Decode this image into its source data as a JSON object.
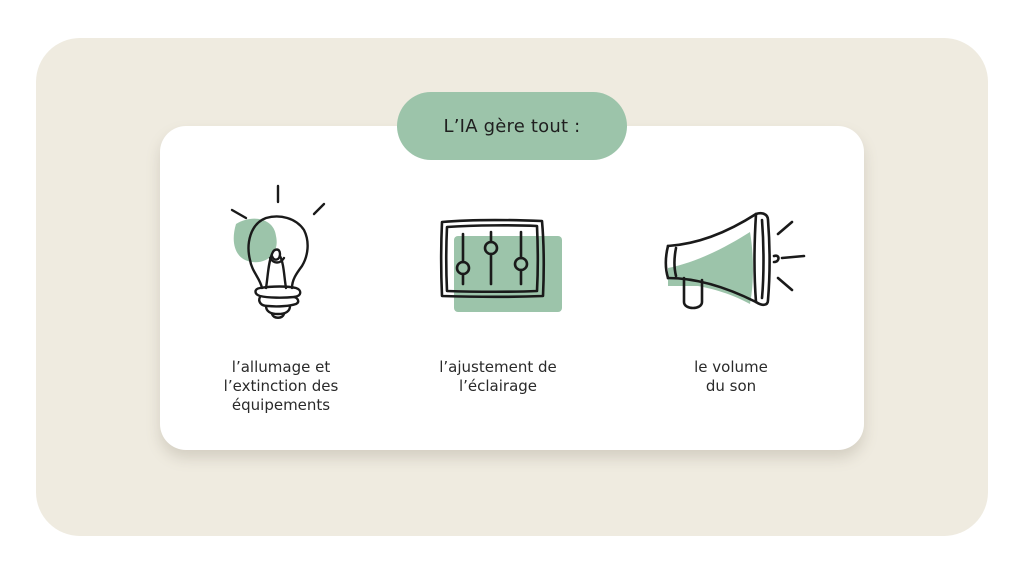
{
  "title": "L’IA gère tout :",
  "colors": {
    "background_panel": "#efebe0",
    "card": "#ffffff",
    "accent_green": "#9cc4aa",
    "text": "#2a2a2a",
    "icon_stroke": "#1a1a1a"
  },
  "features": [
    {
      "icon": "lightbulb-icon",
      "label": "l’allumage et\nl’extinction des\néquipements"
    },
    {
      "icon": "sliders-icon",
      "label": "l’ajustement de\nl’éclairage"
    },
    {
      "icon": "megaphone-icon",
      "label": "le volume\ndu son"
    }
  ]
}
